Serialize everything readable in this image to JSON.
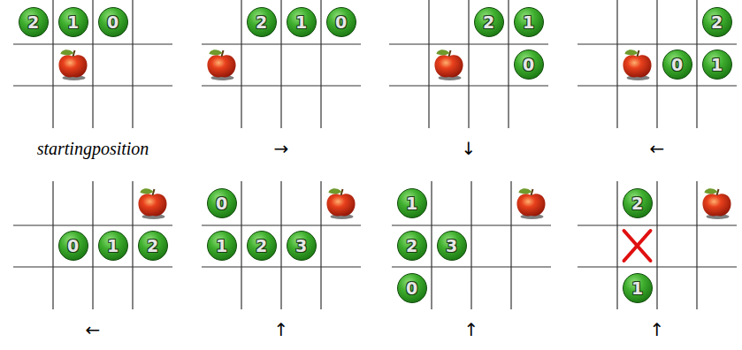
{
  "diagram": {
    "nodes": [
      {
        "text": [
          "2"
        ]
      },
      {
        "text": [
          "1"
        ]
      },
      {
        "text": [
          "0"
        ]
      },
      {
        "text": [
          "2"
        ]
      },
      {
        "text": [
          "1"
        ]
      },
      {
        "text": [
          "0"
        ]
      },
      {
        "text": [
          "2"
        ]
      },
      {
        "text": [
          "1"
        ]
      },
      {
        "text": [
          "0"
        ]
      },
      {
        "text": [
          "2"
        ]
      },
      {
        "text": [
          "0"
        ]
      },
      {
        "text": [
          "1"
        ]
      },
      {
        "text": [
          "0"
        ]
      },
      {
        "text": [
          "1"
        ]
      },
      {
        "text": [
          "2"
        ]
      },
      {
        "text": [
          "0"
        ]
      },
      {
        "text": [
          "1"
        ]
      },
      {
        "text": [
          "2"
        ]
      },
      {
        "text": [
          "3"
        ]
      },
      {
        "text": [
          "1"
        ]
      },
      {
        "text": [
          "2"
        ]
      },
      {
        "text": [
          "3"
        ]
      },
      {
        "text": [
          "0"
        ]
      },
      {
        "text": [
          "2"
        ]
      },
      {
        "text": [
          "1"
        ]
      }
    ],
    "labels": [
      "startingposition",
      "→",
      "↓",
      "←",
      "←",
      "↑",
      "↑",
      "↑"
    ]
  }
}
